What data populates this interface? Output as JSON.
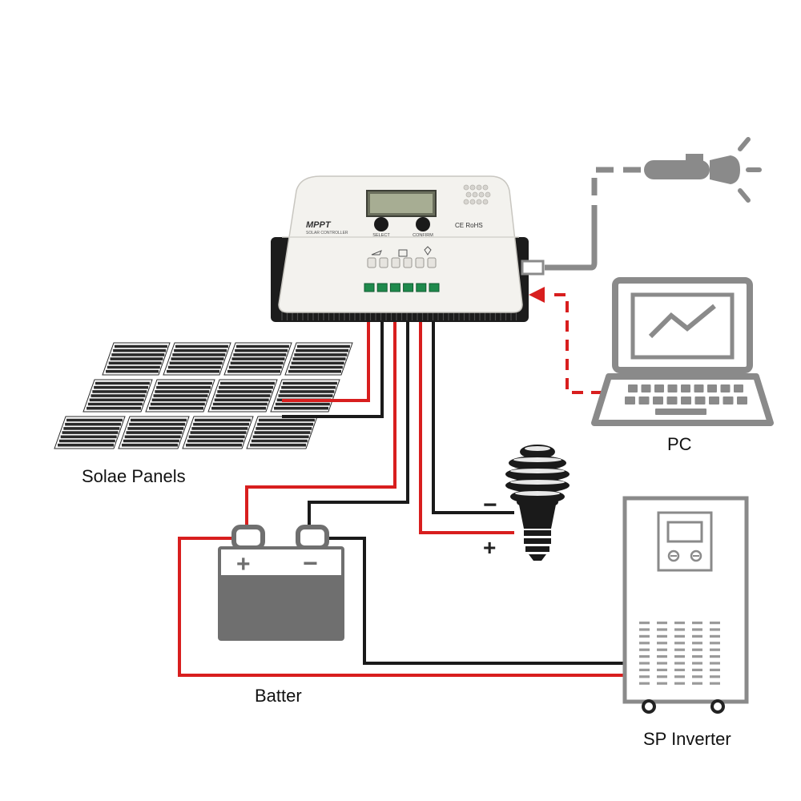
{
  "labels": {
    "panels": "Solae Panels",
    "battery": "Batter",
    "pc": "PC",
    "inverter": "SP Inverter",
    "load_minus": "−",
    "load_plus": "+",
    "battery_plus": "+",
    "battery_minus": "−"
  },
  "controller": {
    "brand": "MPPT",
    "subtitle": "SOLAR CONTROLLER",
    "button_left": "SELECT",
    "button_right": "CONFIRM",
    "cert": "CE RoHS"
  },
  "colors": {
    "positive_wire": "#d81e1e",
    "negative_wire": "#1a1a1a",
    "peripheral": "#8a8a8a",
    "battery_body": "#6f6f6f",
    "panel_cell": "#2a2a2a"
  },
  "icons": [
    "solar-panel-icon",
    "battery-icon",
    "bulb-icon",
    "laptop-icon",
    "inverter-icon",
    "car-charger-icon",
    "charge-controller-icon"
  ]
}
